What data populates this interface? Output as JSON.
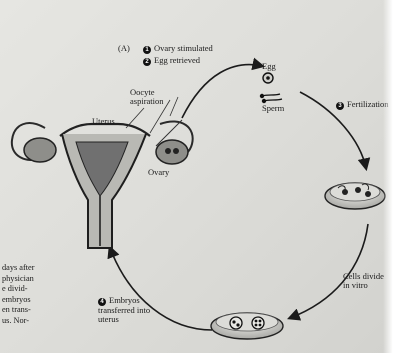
{
  "panel_label": "(A)",
  "steps": {
    "s1": {
      "num": "1",
      "text": "Ovary stimulated"
    },
    "s2": {
      "num": "2",
      "text": "Egg retrieved"
    },
    "s3": {
      "num": "3",
      "text": "Fertilization"
    },
    "s4": {
      "num": "4",
      "text": "Embryos transferred into uterus"
    }
  },
  "labels": {
    "egg": "Egg",
    "sperm": "Sperm",
    "oocyte": "Oocyte aspiration",
    "uterus": "Uterus",
    "ovary": "Ovary",
    "cells_divide": "Cells divide in vitro"
  },
  "side_text": [
    "days after",
    "physician",
    "e divid-",
    "embryos",
    "en trans-",
    "us. Nor-"
  ],
  "colors": {
    "ink": "#1b1b1b",
    "paper": "#e2e2de"
  }
}
